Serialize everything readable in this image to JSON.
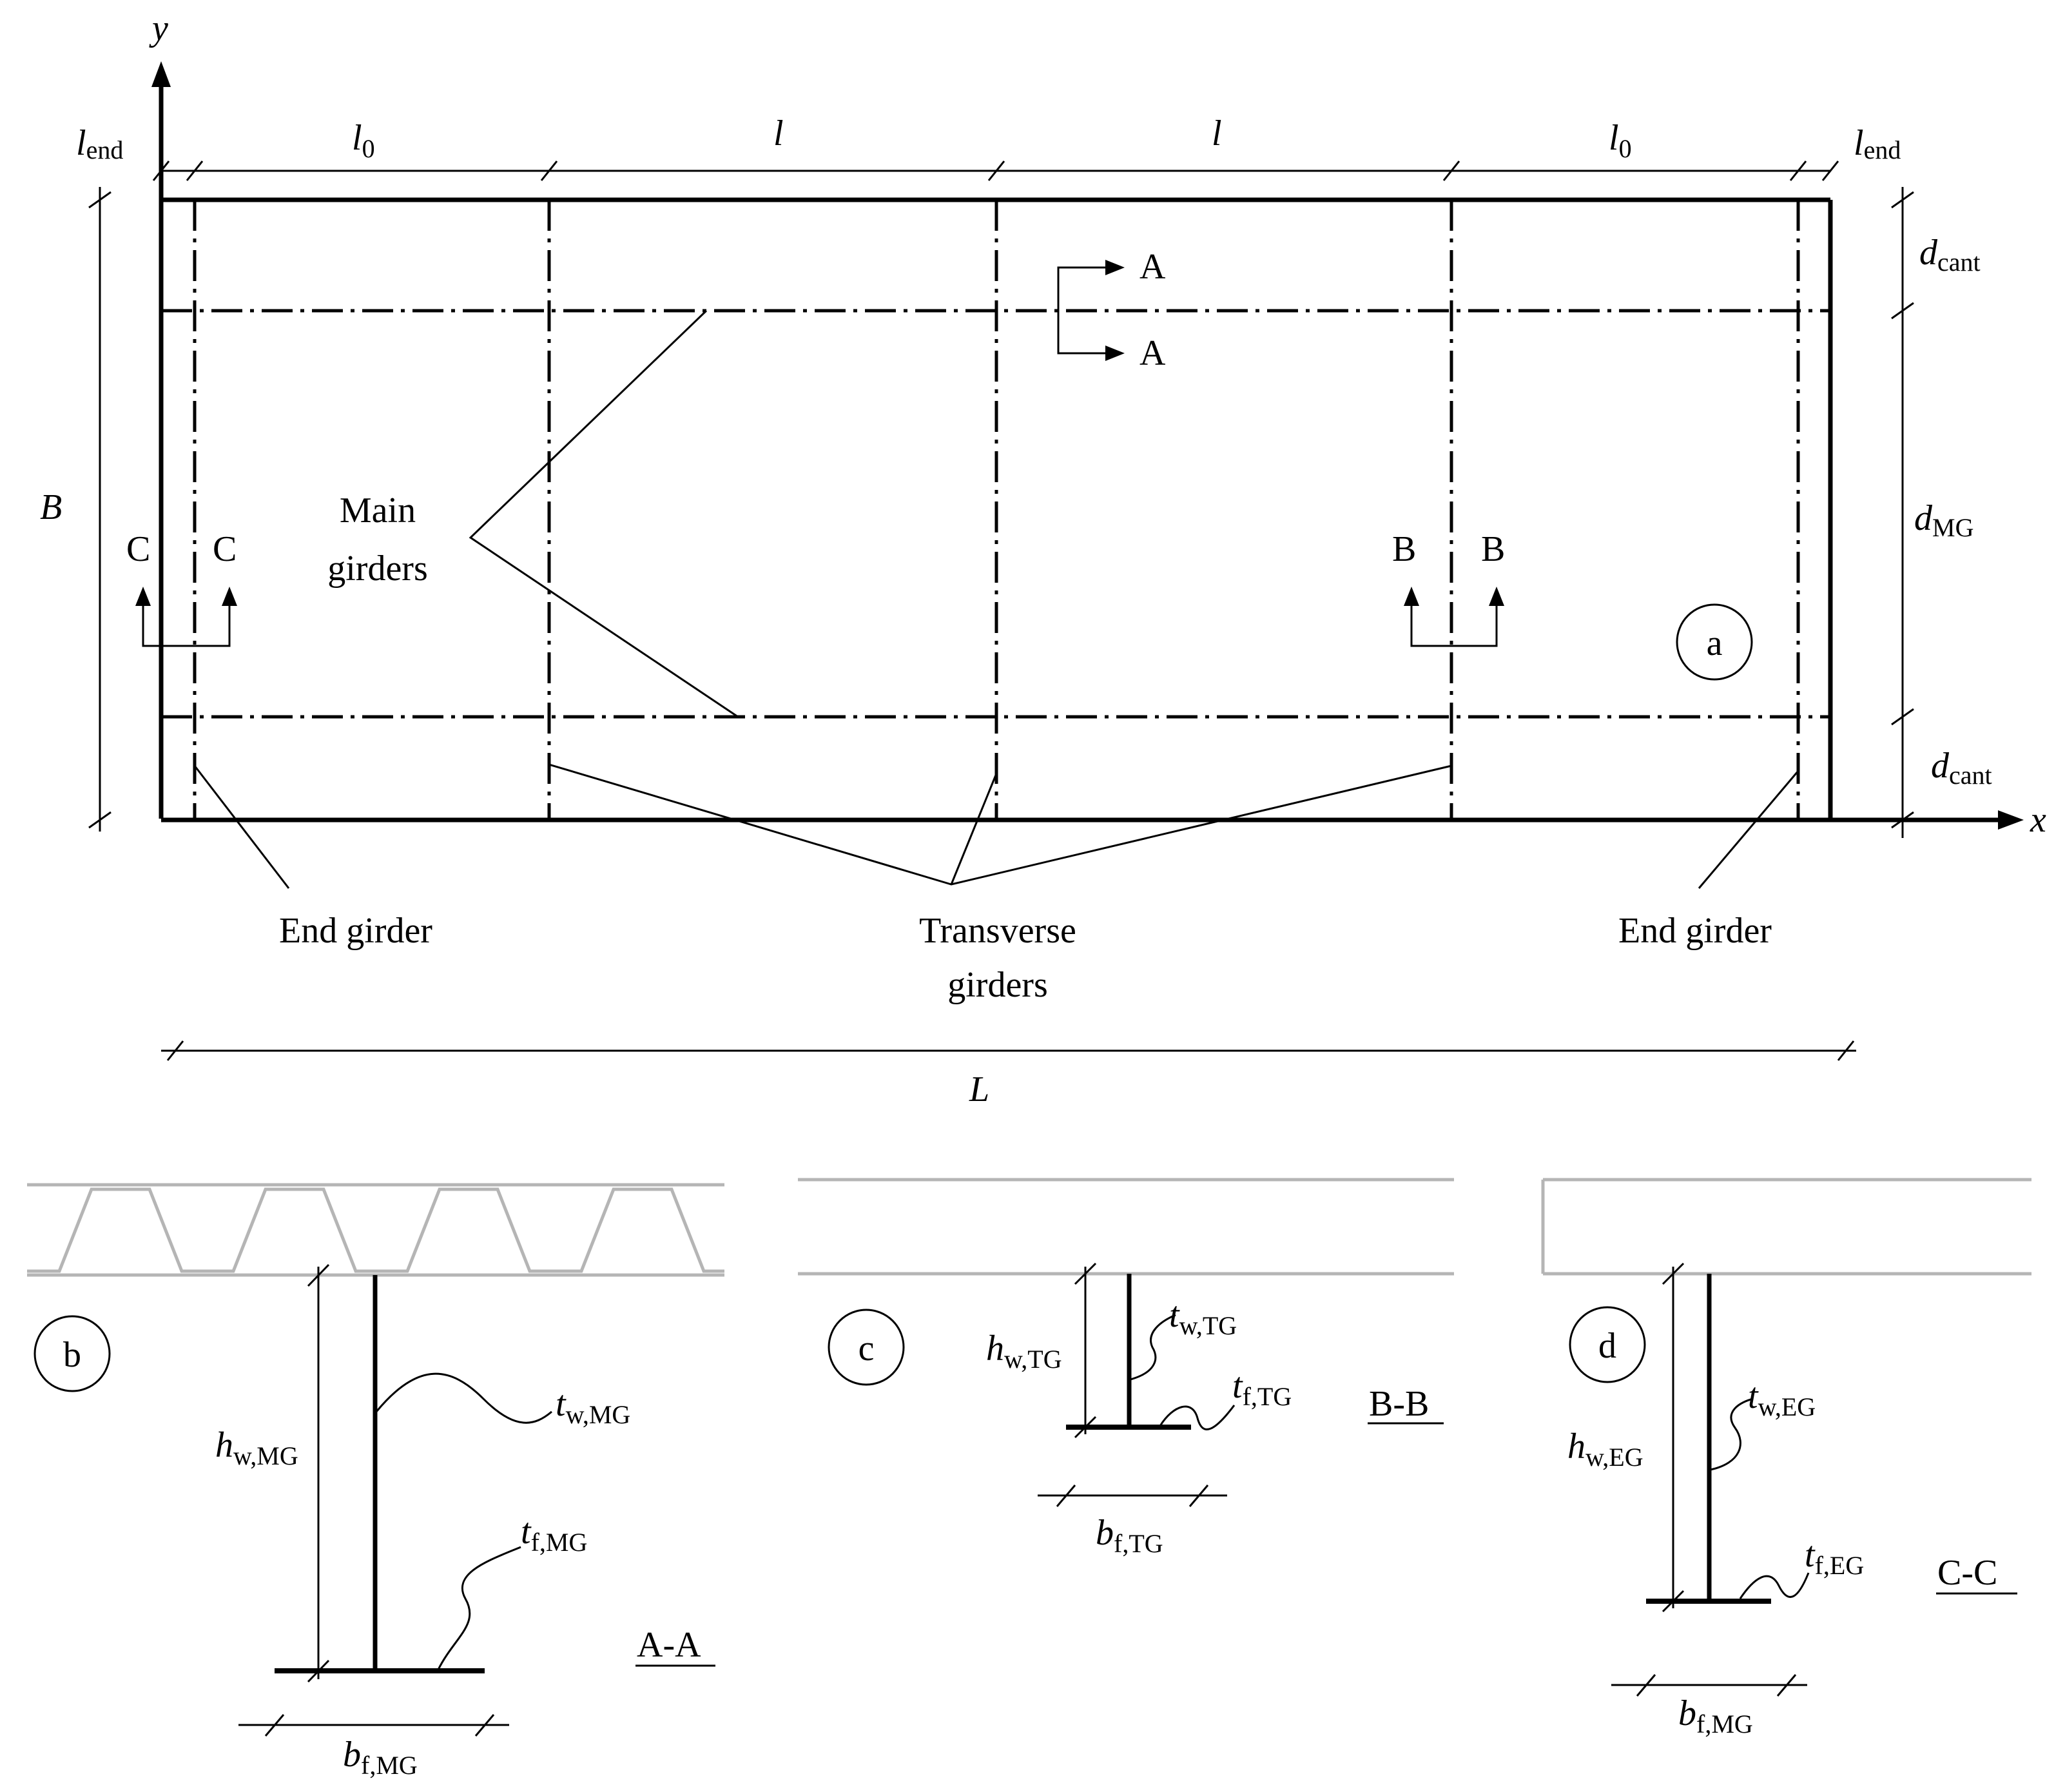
{
  "plan": {
    "axis_y": "y",
    "axis_x": "x",
    "dim_l_end_left": {
      "main": "l",
      "sub": "end"
    },
    "dim_l0_left": {
      "main": "l",
      "sub": "0"
    },
    "dim_l_1": "l",
    "dim_l_2": "l",
    "dim_l0_right": {
      "main": "l",
      "sub": "0"
    },
    "dim_l_end_right": {
      "main": "l",
      "sub": "end"
    },
    "dim_B": "B",
    "dim_L": "L",
    "dim_d_cant_top": {
      "main": "d",
      "sub": "cant"
    },
    "dim_d_MG": {
      "main": "d",
      "sub": "MG"
    },
    "dim_d_cant_bottom": {
      "main": "d",
      "sub": "cant"
    },
    "section_A_top": "A",
    "section_A_bottom": "A",
    "section_B_left": "B",
    "section_B_right": "B",
    "section_C_left": "C",
    "section_C_right": "C",
    "main_girders_label": [
      "Main",
      "girders"
    ],
    "end_girder_left": "End girder",
    "end_girder_right": "End girder",
    "transverse_girders_label": [
      "Transverse",
      "girders"
    ],
    "panel_tag": "a"
  },
  "sections": {
    "b": {
      "tag": "b",
      "title": "A-A",
      "h_w": {
        "main": "h",
        "sub": "w,MG"
      },
      "t_w": {
        "main": "t",
        "sub": "w,MG"
      },
      "t_f": {
        "main": "t",
        "sub": "f,MG"
      },
      "b_f": {
        "main": "b",
        "sub": "f,MG"
      }
    },
    "c": {
      "tag": "c",
      "title": "B-B",
      "h_w": {
        "main": "h",
        "sub": "w,TG"
      },
      "t_w": {
        "main": "t",
        "sub": "w,TG"
      },
      "t_f": {
        "main": "t",
        "sub": "f,TG"
      },
      "b_f": {
        "main": "b",
        "sub": "f,TG"
      }
    },
    "d": {
      "tag": "d",
      "title": "C-C",
      "h_w": {
        "main": "h",
        "sub": "w,EG"
      },
      "t_w": {
        "main": "t",
        "sub": "w,EG"
      },
      "t_f": {
        "main": "t",
        "sub": "f,EG"
      },
      "b_f": {
        "main": "b",
        "sub": "f,MG"
      }
    }
  }
}
